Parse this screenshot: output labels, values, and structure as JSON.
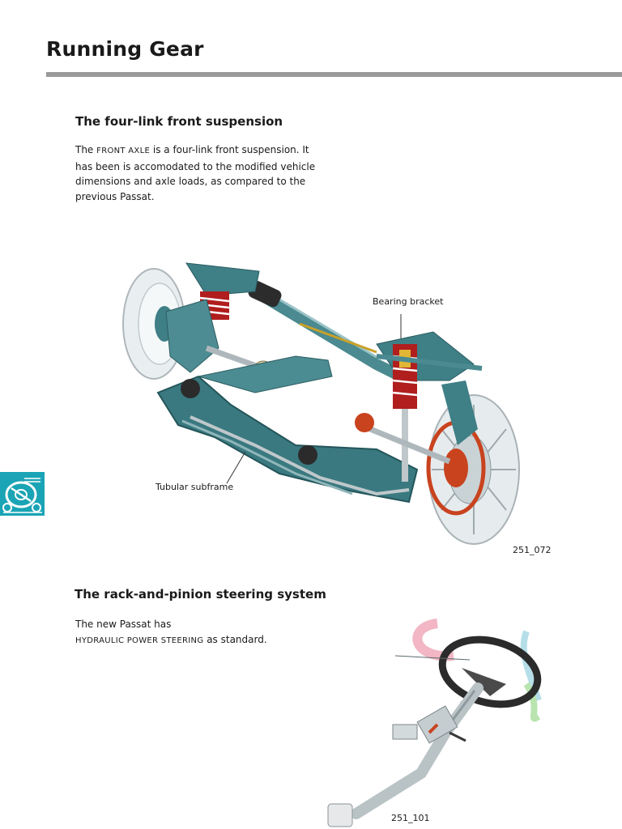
{
  "page": {
    "title": "Running Gear"
  },
  "sections": [
    {
      "heading": "The four-link front suspension",
      "body": {
        "p1": "The ",
        "sc1": "FRONT AXLE",
        "p2": " is a four-link front suspension. It has been is accomodated to the modified vehicle dimensions and axle loads, as compared to the previous Passat."
      },
      "figure": {
        "callouts": [
          "Bearing bracket",
          "Tubular subframe"
        ],
        "number": "251_072"
      }
    },
    {
      "heading": "The rack-and-pinion steering system",
      "body": {
        "p1": "The new Passat has ",
        "sc1": "HYDRAULIC POWER STEERING",
        "p2": " as standard."
      },
      "figure": {
        "number": "251_101"
      }
    }
  ],
  "side_tab": {
    "icon": "running-gear-icon",
    "color": "#1aa4b5"
  },
  "colors": {
    "rule": "#9a9a9a",
    "accent_teal": "#1aa4b5",
    "suspension_steel": "#3f7f86",
    "spring_red": "#b01e1e"
  }
}
